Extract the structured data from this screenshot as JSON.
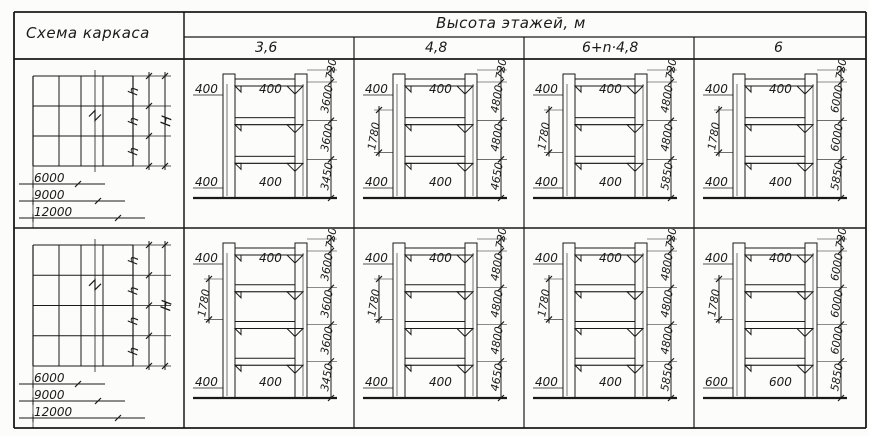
{
  "header": {
    "scheme_label": "Схема каркаса",
    "heights_label": "Высота этажей, м",
    "columns": [
      "3,6",
      "4,8",
      "6+n·4,8",
      "6"
    ]
  },
  "schemes": [
    {
      "bay_labels": [
        "6000",
        "9000",
        "12000"
      ],
      "height_marks": [
        "h",
        "h",
        "h"
      ],
      "total_mark": "H"
    },
    {
      "bay_labels": [
        "6000",
        "9000",
        "12000"
      ],
      "height_marks": [
        "h",
        "h",
        "h",
        "h"
      ],
      "total_mark": "H"
    }
  ],
  "frames": [
    [
      {
        "top": "720",
        "offsets": [
          "400",
          "400",
          "400",
          "400"
        ],
        "heights": [
          "3600",
          "3600",
          "3450"
        ],
        "left_dim": ""
      },
      {
        "top": "720",
        "offsets": [
          "400",
          "400",
          "400",
          "400"
        ],
        "heights": [
          "4800",
          "4800",
          "4650"
        ],
        "left_dim": "1780"
      },
      {
        "top": "720",
        "offsets": [
          "400",
          "400",
          "400",
          "400"
        ],
        "heights": [
          "4800",
          "4800",
          "5850"
        ],
        "left_dim": "1780"
      },
      {
        "top": "720",
        "offsets": [
          "400",
          "400",
          "400",
          "400"
        ],
        "heights": [
          "6000",
          "6000",
          "5850"
        ],
        "left_dim": "1780"
      }
    ],
    [
      {
        "top": "720",
        "offsets": [
          "400",
          "400",
          "400",
          "400"
        ],
        "heights": [
          "3600",
          "3600",
          "3600",
          "3450"
        ],
        "left_dim": "1780"
      },
      {
        "top": "720",
        "offsets": [
          "400",
          "400",
          "400",
          "400"
        ],
        "heights": [
          "4800",
          "4800",
          "4800",
          "4650"
        ],
        "left_dim": "1780"
      },
      {
        "top": "720",
        "offsets": [
          "400",
          "400",
          "400",
          "400"
        ],
        "heights": [
          "4800",
          "4800",
          "4800",
          "5850"
        ],
        "left_dim": "1780"
      },
      {
        "top": "720",
        "offsets": [
          "400",
          "400",
          "600",
          "600"
        ],
        "heights": [
          "6000",
          "6000",
          "6000",
          "5850"
        ],
        "left_dim": "1780"
      }
    ]
  ]
}
